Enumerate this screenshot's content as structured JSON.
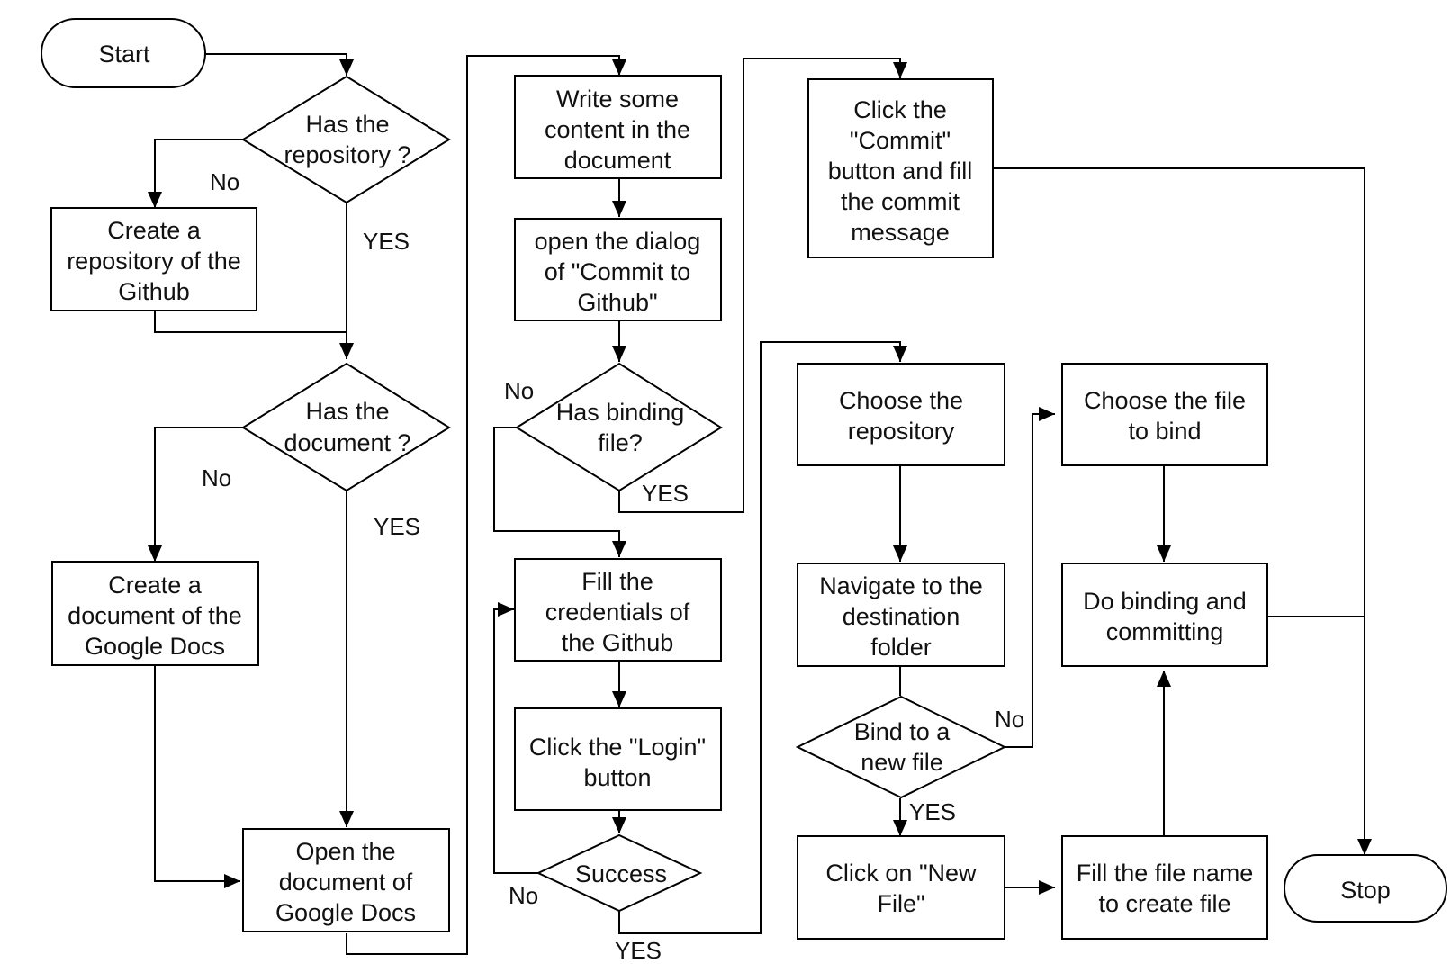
{
  "colors": {
    "stroke": "#000000",
    "fill": "#ffffff",
    "text": "#111111"
  },
  "nodes": {
    "start": [
      "Start"
    ],
    "has_repo": [
      "Has the",
      "repository ?"
    ],
    "create_repo": [
      "Create a",
      "repository of the",
      "Github"
    ],
    "has_doc": [
      "Has the",
      "document ?"
    ],
    "create_doc": [
      "Create a",
      "document of the",
      "Google Docs"
    ],
    "open_doc": [
      "Open the",
      "document of",
      "Google Docs"
    ],
    "write_content": [
      "Write some",
      "content in the",
      "document"
    ],
    "open_dialog": [
      "open the dialog",
      "of \"Commit to",
      "Github\""
    ],
    "has_binding": [
      "Has binding",
      "file?"
    ],
    "fill_credentials": [
      "Fill the",
      "credentials of",
      "the Github"
    ],
    "click_login": [
      "Click the \"Login\"",
      "button"
    ],
    "success": [
      "Success"
    ],
    "click_commit": [
      "Click the",
      "\"Commit\"",
      "button and fill",
      "the commit",
      "message"
    ],
    "choose_repo": [
      "Choose the",
      "repository"
    ],
    "navigate_folder": [
      "Navigate to the",
      "destination",
      "folder"
    ],
    "bind_new_file": [
      "Bind to a",
      "new file"
    ],
    "click_new_file": [
      "Click on \"New",
      "File\""
    ],
    "choose_file": [
      "Choose the file",
      "to bind"
    ],
    "do_binding": [
      "Do binding and",
      "committing"
    ],
    "fill_file_name": [
      "Fill the file name",
      "to create file"
    ],
    "stop": [
      "Stop"
    ]
  },
  "edge_labels": {
    "repo_no": "No",
    "repo_yes": "YES",
    "doc_no": "No",
    "doc_yes": "YES",
    "binding_no": "No",
    "binding_yes": "YES",
    "success_no": "No",
    "success_yes": "YES",
    "bind_no": "No",
    "bind_yes": "YES"
  }
}
